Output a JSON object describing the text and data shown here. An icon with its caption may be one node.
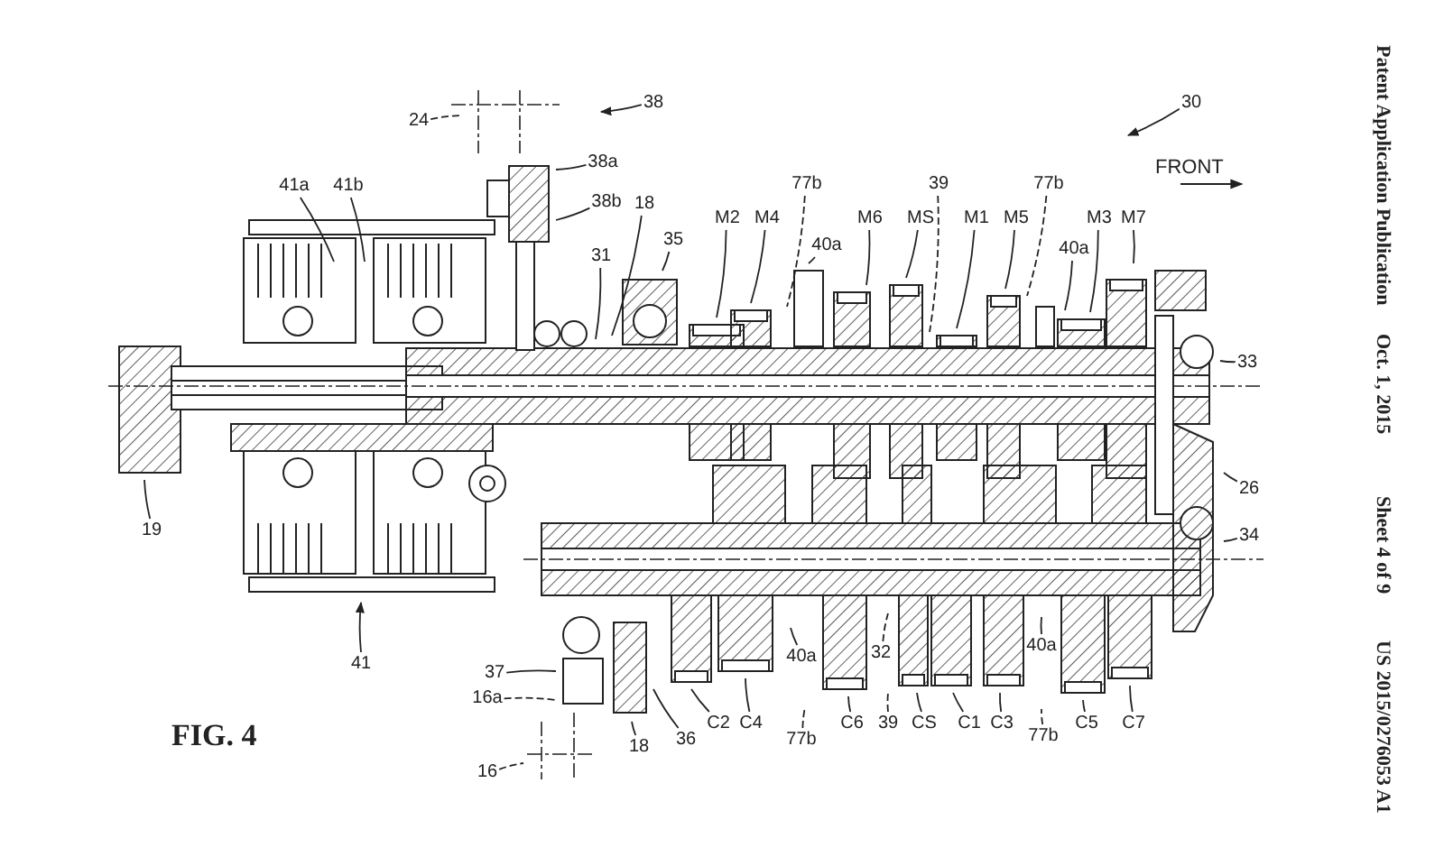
{
  "diagram": {
    "caption": "FIG. 4",
    "nodes": [
      {
        "text": [
          "38"
        ]
      },
      {
        "text": [
          "24"
        ]
      },
      {
        "text": [
          "38a"
        ]
      },
      {
        "text": [
          "38b"
        ]
      },
      {
        "text": [
          "41a"
        ]
      },
      {
        "text": [
          "41b"
        ]
      },
      {
        "text": [
          "18"
        ]
      },
      {
        "text": [
          "35"
        ]
      },
      {
        "text": [
          "31"
        ]
      },
      {
        "text": [
          "77b"
        ]
      },
      {
        "text": [
          "39"
        ]
      },
      {
        "text": [
          "77b"
        ]
      },
      {
        "text": [
          "30"
        ]
      },
      {
        "text": [
          "M2"
        ]
      },
      {
        "text": [
          "M4"
        ]
      },
      {
        "text": [
          "M6"
        ]
      },
      {
        "text": [
          "MS"
        ]
      },
      {
        "text": [
          "M1"
        ]
      },
      {
        "text": [
          "M5"
        ]
      },
      {
        "text": [
          "M3"
        ]
      },
      {
        "text": [
          "M7"
        ]
      },
      {
        "text": [
          "40a"
        ]
      },
      {
        "text": [
          "40a"
        ]
      },
      {
        "text": [
          "33"
        ]
      },
      {
        "text": [
          "26"
        ]
      },
      {
        "text": [
          "19"
        ]
      },
      {
        "text": [
          "34"
        ]
      },
      {
        "text": [
          "41"
        ]
      },
      {
        "text": [
          "37"
        ]
      },
      {
        "text": [
          "40a"
        ]
      },
      {
        "text": [
          "32"
        ]
      },
      {
        "text": [
          "40a"
        ]
      },
      {
        "text": [
          "16a"
        ]
      },
      {
        "text": [
          "C2"
        ]
      },
      {
        "text": [
          "C4"
        ]
      },
      {
        "text": [
          "C6"
        ]
      },
      {
        "text": [
          "39"
        ]
      },
      {
        "text": [
          "CS"
        ]
      },
      {
        "text": [
          "C1"
        ]
      },
      {
        "text": [
          "C3"
        ]
      },
      {
        "text": [
          "C5"
        ]
      },
      {
        "text": [
          "C7"
        ]
      },
      {
        "text": [
          "36"
        ]
      },
      {
        "text": [
          "18"
        ]
      },
      {
        "text": [
          "77b"
        ]
      },
      {
        "text": [
          "77b"
        ]
      },
      {
        "text": [
          "16"
        ]
      }
    ],
    "edges": [
      {
        "from": 0,
        "to": null,
        "arrow": "to"
      },
      {
        "from": 1,
        "to": null,
        "arrow": "none",
        "style": "dashed"
      },
      {
        "from": 2,
        "to": null,
        "arrow": "none"
      },
      {
        "from": 3,
        "to": null,
        "arrow": "none"
      },
      {
        "from": 4,
        "to": null,
        "arrow": "none"
      },
      {
        "from": 5,
        "to": null,
        "arrow": "none"
      },
      {
        "from": 6,
        "to": null,
        "arrow": "none"
      },
      {
        "from": 7,
        "to": null,
        "arrow": "none"
      },
      {
        "from": 8,
        "to": null,
        "arrow": "none"
      },
      {
        "from": 9,
        "to": null,
        "arrow": "none",
        "style": "dashed"
      },
      {
        "from": 10,
        "to": null,
        "arrow": "none",
        "style": "dashed"
      },
      {
        "from": 11,
        "to": null,
        "arrow": "none",
        "style": "dashed"
      },
      {
        "from": 12,
        "to": null,
        "arrow": "to"
      },
      {
        "from": 13,
        "to": null,
        "arrow": "none"
      },
      {
        "from": 14,
        "to": null,
        "arrow": "none"
      },
      {
        "from": 15,
        "to": null,
        "arrow": "none"
      },
      {
        "from": 16,
        "to": null,
        "arrow": "none"
      },
      {
        "from": 17,
        "to": null,
        "arrow": "none"
      },
      {
        "from": 18,
        "to": null,
        "arrow": "none"
      },
      {
        "from": 19,
        "to": null,
        "arrow": "none"
      },
      {
        "from": 20,
        "to": null,
        "arrow": "none"
      },
      {
        "from": 21,
        "to": null,
        "arrow": "none"
      },
      {
        "from": 22,
        "to": null,
        "arrow": "none"
      },
      {
        "from": 23,
        "to": null,
        "arrow": "none"
      },
      {
        "from": 24,
        "to": null,
        "arrow": "none"
      },
      {
        "from": 25,
        "to": null,
        "arrow": "none"
      },
      {
        "from": 26,
        "to": null,
        "arrow": "none"
      },
      {
        "from": 27,
        "to": null,
        "arrow": "to"
      },
      {
        "from": 28,
        "to": null,
        "arrow": "none"
      },
      {
        "from": 29,
        "to": null,
        "arrow": "none"
      },
      {
        "from": 30,
        "to": null,
        "arrow": "none",
        "style": "dashed"
      },
      {
        "from": 31,
        "to": null,
        "arrow": "none"
      },
      {
        "from": 32,
        "to": null,
        "arrow": "none",
        "style": "dashed"
      },
      {
        "from": 33,
        "to": null,
        "arrow": "none"
      },
      {
        "from": 34,
        "to": null,
        "arrow": "none"
      },
      {
        "from": 35,
        "to": null,
        "arrow": "none"
      },
      {
        "from": 36,
        "to": null,
        "arrow": "none",
        "style": "dashed"
      },
      {
        "from": 37,
        "to": null,
        "arrow": "none"
      },
      {
        "from": 38,
        "to": null,
        "arrow": "none"
      },
      {
        "from": 39,
        "to": null,
        "arrow": "none"
      },
      {
        "from": 40,
        "to": null,
        "arrow": "none"
      },
      {
        "from": 41,
        "to": null,
        "arrow": "none"
      },
      {
        "from": 42,
        "to": null,
        "arrow": "none"
      },
      {
        "from": 43,
        "to": null,
        "arrow": "none"
      },
      {
        "from": 44,
        "to": null,
        "arrow": "none",
        "style": "dashed"
      },
      {
        "from": 45,
        "to": null,
        "arrow": "none",
        "style": "dashed"
      },
      {
        "from": 46,
        "to": null,
        "arrow": "none",
        "style": "dashed"
      }
    ],
    "labels": [
      "FRONT",
      "Patent Application Publication",
      "Oct. 1, 2015",
      "Sheet 4 of 9",
      "US 2015/0276053 A1"
    ]
  }
}
